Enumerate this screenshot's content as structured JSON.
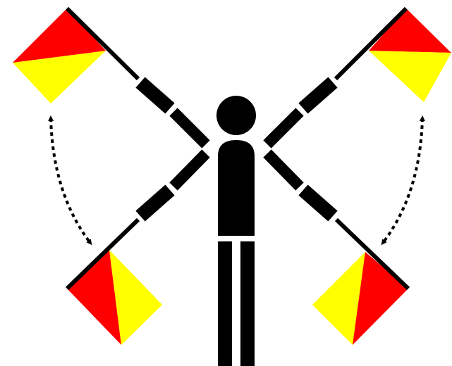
{
  "colors": {
    "background": "#ffffff",
    "figure": "#000000",
    "flag_red": "#ff0000",
    "flag_yellow": "#ffff00"
  },
  "figure": {
    "description_icon": "person-icon"
  },
  "flags": [
    {
      "name": "upper-left-flag",
      "icon": "semaphore-flag-icon"
    },
    {
      "name": "upper-right-flag",
      "icon": "semaphore-flag-icon"
    },
    {
      "name": "lower-left-flag",
      "icon": "semaphore-flag-icon"
    },
    {
      "name": "lower-right-flag",
      "icon": "semaphore-flag-icon"
    }
  ],
  "motion_arrows": [
    {
      "name": "left-motion-arrow",
      "icon": "double-headed-dotted-arrow-icon"
    },
    {
      "name": "right-motion-arrow",
      "icon": "double-headed-dotted-arrow-icon"
    }
  ]
}
